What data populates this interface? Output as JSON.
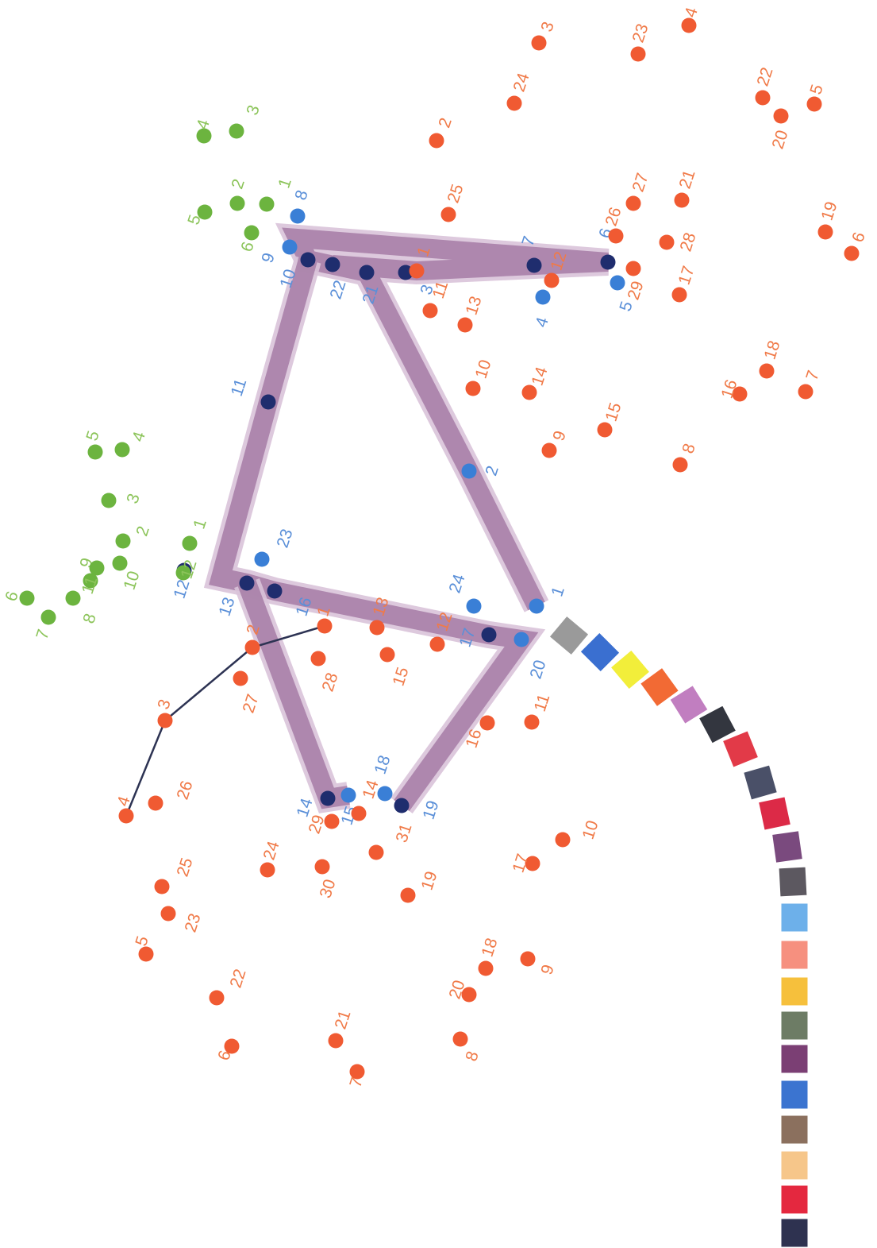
{
  "colors": {
    "orange": "#f05a32",
    "orange_label": "#f07a48",
    "blue": "#3a7fd6",
    "blue_label": "#5a8fd8",
    "green": "#6cb43f",
    "green_label": "#8cc45a",
    "connected_dot": "#1f2d6e",
    "band": "#a981a9",
    "band_light": "#d9c3d9",
    "drawn_line": "#2d3353"
  },
  "puzzle": {
    "icon_name": "dot-to-dot-puzzle",
    "drawn_band_groups": [
      "blue"
    ],
    "drawn_line_group": "orange-lower",
    "drawn_line_sequence": [
      "1",
      "2",
      "3",
      "4"
    ]
  },
  "dots": {
    "blue": [
      {
        "n": "1",
        "label": "1",
        "connected": false
      },
      {
        "n": "2",
        "label": "2",
        "connected": false
      },
      {
        "n": "3",
        "label": "3",
        "connected": true
      },
      {
        "n": "4",
        "label": "4",
        "connected": false
      },
      {
        "n": "5",
        "label": "5",
        "connected": false
      },
      {
        "n": "6",
        "label": "6",
        "connected": true
      },
      {
        "n": "7",
        "label": "7",
        "connected": true
      },
      {
        "n": "8",
        "label": "8",
        "connected": false
      },
      {
        "n": "9",
        "label": "9",
        "connected": false
      },
      {
        "n": "10",
        "label": "10",
        "connected": true
      },
      {
        "n": "11",
        "label": "11",
        "connected": true
      },
      {
        "n": "12",
        "label": "12",
        "connected": true
      },
      {
        "n": "13",
        "label": "13",
        "connected": true
      },
      {
        "n": "14",
        "label": "14",
        "connected": true
      },
      {
        "n": "15",
        "label": "15",
        "connected": false
      },
      {
        "n": "16",
        "label": "16",
        "connected": true
      },
      {
        "n": "17",
        "label": "17",
        "connected": true
      },
      {
        "n": "18",
        "label": "18",
        "connected": false
      },
      {
        "n": "19",
        "label": "19",
        "connected": true
      },
      {
        "n": "20",
        "label": "20",
        "connected": false
      },
      {
        "n": "21",
        "label": "21",
        "connected": true
      },
      {
        "n": "22",
        "label": "22",
        "connected": true
      },
      {
        "n": "23",
        "label": "23",
        "connected": false
      },
      {
        "n": "24",
        "label": "24",
        "connected": false
      }
    ],
    "green_upper": [
      {
        "n": "1",
        "label": "1"
      },
      {
        "n": "2",
        "label": "2"
      },
      {
        "n": "3",
        "label": "3"
      },
      {
        "n": "4",
        "label": "4"
      },
      {
        "n": "5",
        "label": "5"
      },
      {
        "n": "6",
        "label": "6"
      }
    ],
    "green_lower": [
      {
        "n": "1",
        "label": "1"
      },
      {
        "n": "2",
        "label": "2"
      },
      {
        "n": "3",
        "label": "3"
      },
      {
        "n": "4",
        "label": "4"
      },
      {
        "n": "5",
        "label": "5"
      },
      {
        "n": "6",
        "label": "6"
      },
      {
        "n": "7",
        "label": "7"
      },
      {
        "n": "8",
        "label": "8"
      },
      {
        "n": "9",
        "label": "9"
      },
      {
        "n": "10",
        "label": "10"
      },
      {
        "n": "11",
        "label": "11"
      },
      {
        "n": "12",
        "label": "12"
      }
    ],
    "orange_upper": [
      {
        "n": "1",
        "label": "1"
      },
      {
        "n": "2",
        "label": "2"
      },
      {
        "n": "3",
        "label": "3"
      },
      {
        "n": "4",
        "label": "4"
      },
      {
        "n": "5",
        "label": "5"
      },
      {
        "n": "6",
        "label": "6"
      },
      {
        "n": "7",
        "label": "7"
      },
      {
        "n": "8",
        "label": "8"
      },
      {
        "n": "9",
        "label": "9"
      },
      {
        "n": "10",
        "label": "10"
      },
      {
        "n": "11",
        "label": "11"
      },
      {
        "n": "12",
        "label": "12"
      },
      {
        "n": "13",
        "label": "13"
      },
      {
        "n": "14",
        "label": "14"
      },
      {
        "n": "15",
        "label": "15"
      },
      {
        "n": "16",
        "label": "16"
      },
      {
        "n": "17",
        "label": "17"
      },
      {
        "n": "18",
        "label": "18"
      },
      {
        "n": "19",
        "label": "19"
      },
      {
        "n": "20",
        "label": "20"
      },
      {
        "n": "21",
        "label": "21"
      },
      {
        "n": "22",
        "label": "22"
      },
      {
        "n": "23",
        "label": "23"
      },
      {
        "n": "24",
        "label": "24"
      },
      {
        "n": "25",
        "label": "25"
      },
      {
        "n": "26",
        "label": "26"
      },
      {
        "n": "27",
        "label": "27"
      },
      {
        "n": "28",
        "label": "28"
      },
      {
        "n": "29",
        "label": "29"
      }
    ],
    "orange_lower": [
      {
        "n": "1",
        "label": "1"
      },
      {
        "n": "2",
        "label": "2"
      },
      {
        "n": "3",
        "label": "3"
      },
      {
        "n": "4",
        "label": "4"
      },
      {
        "n": "5",
        "label": "5"
      },
      {
        "n": "6",
        "label": "6"
      },
      {
        "n": "7",
        "label": "7"
      },
      {
        "n": "8",
        "label": "8"
      },
      {
        "n": "9",
        "label": "9"
      },
      {
        "n": "10",
        "label": "10"
      },
      {
        "n": "11",
        "label": "11"
      },
      {
        "n": "12",
        "label": "12"
      },
      {
        "n": "13",
        "label": "13"
      },
      {
        "n": "14",
        "label": "14"
      },
      {
        "n": "15",
        "label": "15"
      },
      {
        "n": "16",
        "label": "16"
      },
      {
        "n": "17",
        "label": "17"
      },
      {
        "n": "18",
        "label": "18"
      },
      {
        "n": "19",
        "label": "19"
      },
      {
        "n": "20",
        "label": "20"
      },
      {
        "n": "21",
        "label": "21"
      },
      {
        "n": "22",
        "label": "22"
      },
      {
        "n": "23",
        "label": "23"
      },
      {
        "n": "24",
        "label": "24"
      },
      {
        "n": "25",
        "label": "25"
      },
      {
        "n": "26",
        "label": "26"
      },
      {
        "n": "27",
        "label": "27"
      },
      {
        "n": "28",
        "label": "28"
      },
      {
        "n": "29",
        "label": "29"
      },
      {
        "n": "30",
        "label": "30"
      },
      {
        "n": "31",
        "label": "31"
      }
    ]
  },
  "palette": [
    {
      "name": "gray",
      "color": "#9a9a9a"
    },
    {
      "name": "blue",
      "color": "#3a6fd0"
    },
    {
      "name": "yellow",
      "color": "#f2ee3a"
    },
    {
      "name": "orange",
      "color": "#f26a34"
    },
    {
      "name": "orchid",
      "color": "#c17ec0"
    },
    {
      "name": "charcoal",
      "color": "#33363f"
    },
    {
      "name": "red",
      "color": "#e23a48"
    },
    {
      "name": "slate",
      "color": "#4a5068"
    },
    {
      "name": "crimson",
      "color": "#dc2a47"
    },
    {
      "name": "plum",
      "color": "#7a4a7e"
    },
    {
      "name": "dim-gray",
      "color": "#5c5860"
    },
    {
      "name": "sky-blue",
      "color": "#6db0ea"
    },
    {
      "name": "salmon",
      "color": "#f6907f"
    },
    {
      "name": "gold",
      "color": "#f6c03c"
    },
    {
      "name": "sage",
      "color": "#6d7c65"
    },
    {
      "name": "purple",
      "color": "#7b3f74"
    },
    {
      "name": "royal-blue",
      "color": "#3b74d0"
    },
    {
      "name": "brown",
      "color": "#8b705e"
    },
    {
      "name": "peach",
      "color": "#f6c68a"
    },
    {
      "name": "red-2",
      "color": "#e4283f"
    },
    {
      "name": "navy",
      "color": "#2e3250"
    }
  ]
}
